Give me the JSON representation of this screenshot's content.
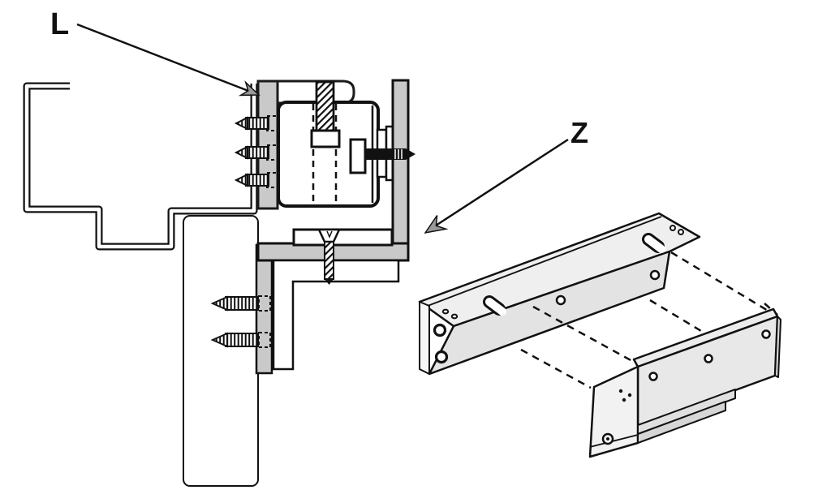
{
  "diagram": {
    "kind": "maglock-bracket-installation-diagram",
    "labels": {
      "l_bracket": "L",
      "z_bracket": "Z"
    },
    "colors": {
      "line": "#1a1a1a",
      "metal_gray": "#c9c9c9",
      "iso_face_light": "#efefef",
      "iso_face_mid": "#e3e3e3",
      "background": "#ffffff",
      "arrowhead_gray": "#9a9a9a"
    }
  }
}
